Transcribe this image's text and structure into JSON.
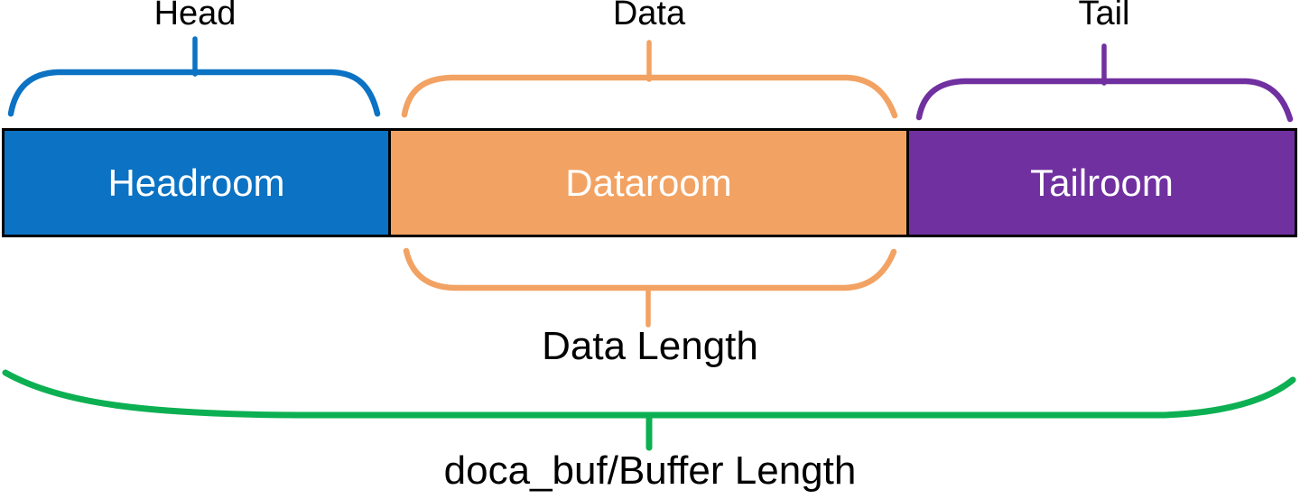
{
  "segments": [
    {
      "name": "headroom",
      "box_label": "Headroom",
      "region_label": "Head",
      "color": "#0C72C3"
    },
    {
      "name": "dataroom",
      "box_label": "Dataroom",
      "region_label": "Data",
      "color": "#F2A263"
    },
    {
      "name": "tailroom",
      "box_label": "Tailroom",
      "region_label": "Tail",
      "color": "#7030A0"
    }
  ],
  "annotations": {
    "data_length": {
      "label": "Data Length",
      "color": "#F2A263"
    },
    "buffer_length": {
      "label": "doca_buf/Buffer Length",
      "color": "#0CB052"
    }
  },
  "styles": {
    "background": "#FFFFFF",
    "box_border_color": "#000000",
    "box_text_color": "#FFFFFF",
    "label_text_color": "#000000"
  }
}
